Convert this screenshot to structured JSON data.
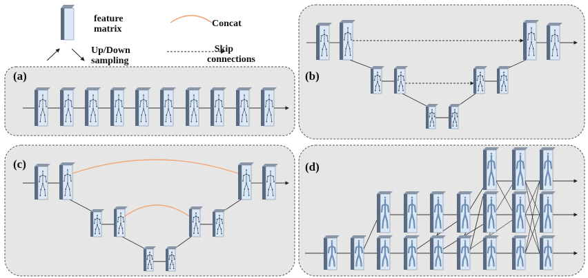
{
  "legend": {
    "feature_matrix_line1": "feature",
    "feature_matrix_line2": "matrix",
    "up_down_line1": "Up/Down",
    "up_down_line2": "sampling",
    "concat": "Concat",
    "skip_line1": "Skip",
    "skip_line2": "connections"
  },
  "panels": {
    "a": "(a)",
    "b": "(b)",
    "c": "(c)",
    "d": "(d)"
  },
  "colors": {
    "panel_fill": "#e6e6e6",
    "panel_border": "#555555",
    "block_side": "#5a6a80",
    "block_face": "#dbe8f6",
    "skeleton": "#3a4d66",
    "concat_arc": "#f0a878",
    "line": "#333333"
  }
}
